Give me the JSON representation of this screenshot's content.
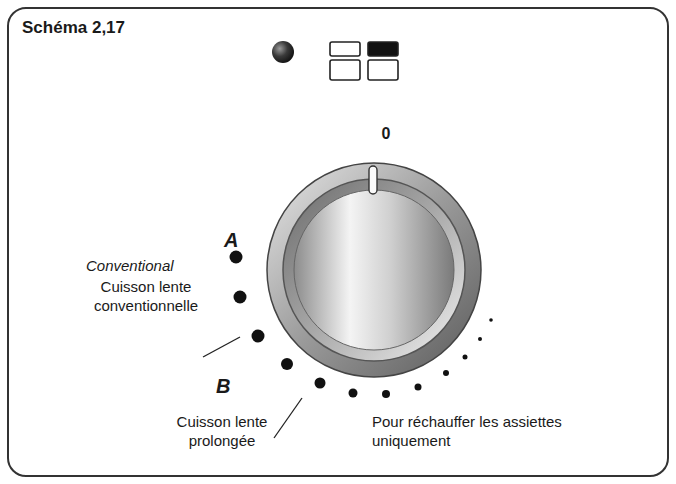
{
  "diagram": {
    "title": "Schéma 2,17",
    "labels": [
      "0",
      "A",
      "Conventional",
      "Cuisson lente conventionnelle",
      "B",
      "Cuisson lente prolongée",
      "Pour réchauffer les assiettes uniquement"
    ]
  }
}
